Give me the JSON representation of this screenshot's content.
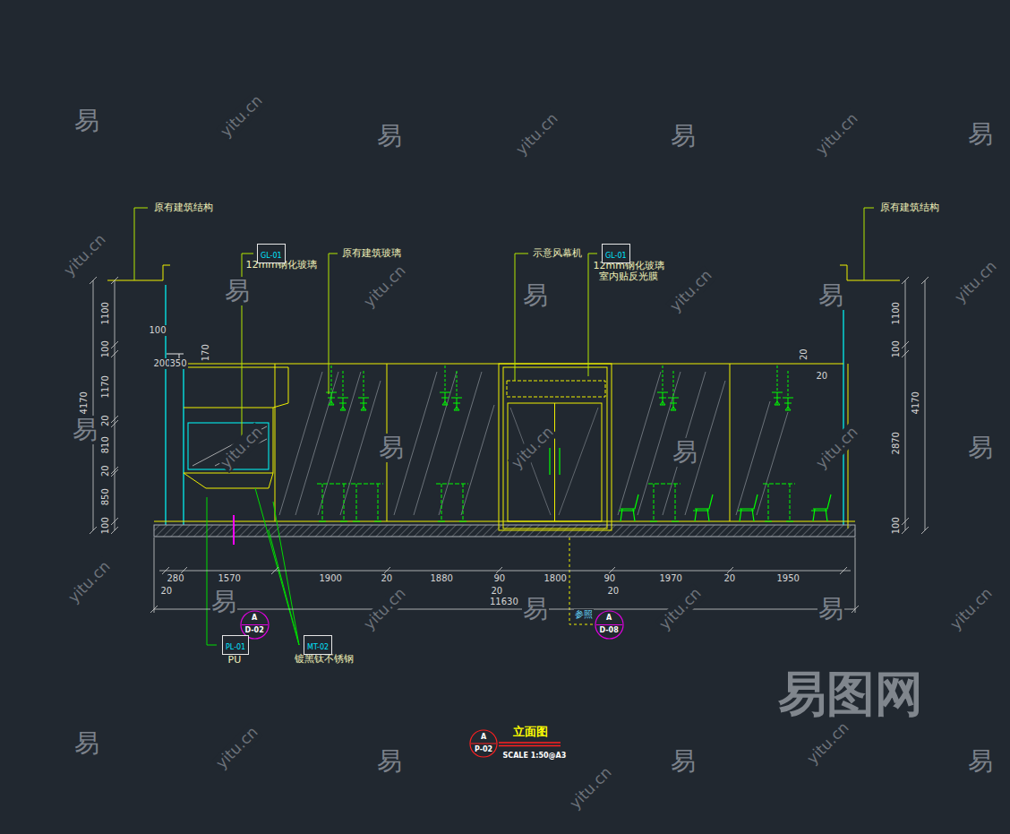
{
  "diagram": {
    "title": "立面图",
    "caption": "SCALE 1:50@A3",
    "nodes": [
      {
        "text": [
          "GL-01"
        ]
      },
      {
        "text": [
          "GL-01"
        ]
      },
      {
        "text": [
          "A",
          "D-02"
        ]
      },
      {
        "text": [
          "A",
          "D-08"
        ]
      },
      {
        "text": [
          "PL-01"
        ]
      },
      {
        "text": [
          "MT-02"
        ]
      },
      {
        "text": [
          "A",
          "P-02"
        ]
      }
    ],
    "labels": [
      "原有建筑结构",
      "原有建筑结构",
      "12mm钢化玻璃",
      "原有建筑玻璃",
      "示意风幕机",
      "12mm钢化玻璃 室内贴反光膜",
      "PU",
      "镀黑钛不锈钢",
      "参照",
      "1100",
      "100",
      "1170",
      "20",
      "810",
      "20",
      "850",
      "100",
      "4170",
      "100",
      "200",
      "350",
      "170",
      "1100",
      "100",
      "2870",
      "100",
      "4170",
      "20",
      "20",
      "280",
      "1570",
      "1900",
      "20",
      "1880",
      "90",
      "1800",
      "90",
      "1970",
      "20",
      "1950",
      "20",
      "20",
      "20",
      "11630",
      "易",
      "易",
      "易",
      "易",
      "易",
      "易",
      "易",
      "易",
      "易",
      "易",
      "易",
      "易",
      "易",
      "易",
      "易",
      "易",
      "易",
      "易",
      "yitu.cn",
      "yitu.cn",
      "yitu.cn",
      "yitu.cn",
      "yitu.cn",
      "yitu.cn",
      "yitu.cn",
      "yitu.cn",
      "yitu.cn",
      "yitu.cn",
      "yitu.cn",
      "yitu.cn",
      "yitu.cn",
      "yitu.cn",
      "yitu.cn",
      "yitu.cn",
      "yitu.cn",
      "易图网"
    ]
  }
}
